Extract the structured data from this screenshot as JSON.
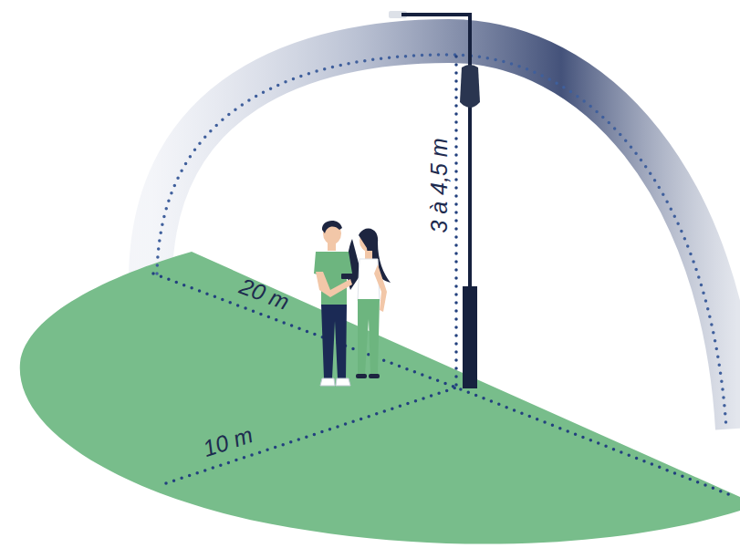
{
  "diagram": {
    "labels": [
      "20 m",
      "10 m",
      "3 à 4,5 m"
    ]
  }
}
